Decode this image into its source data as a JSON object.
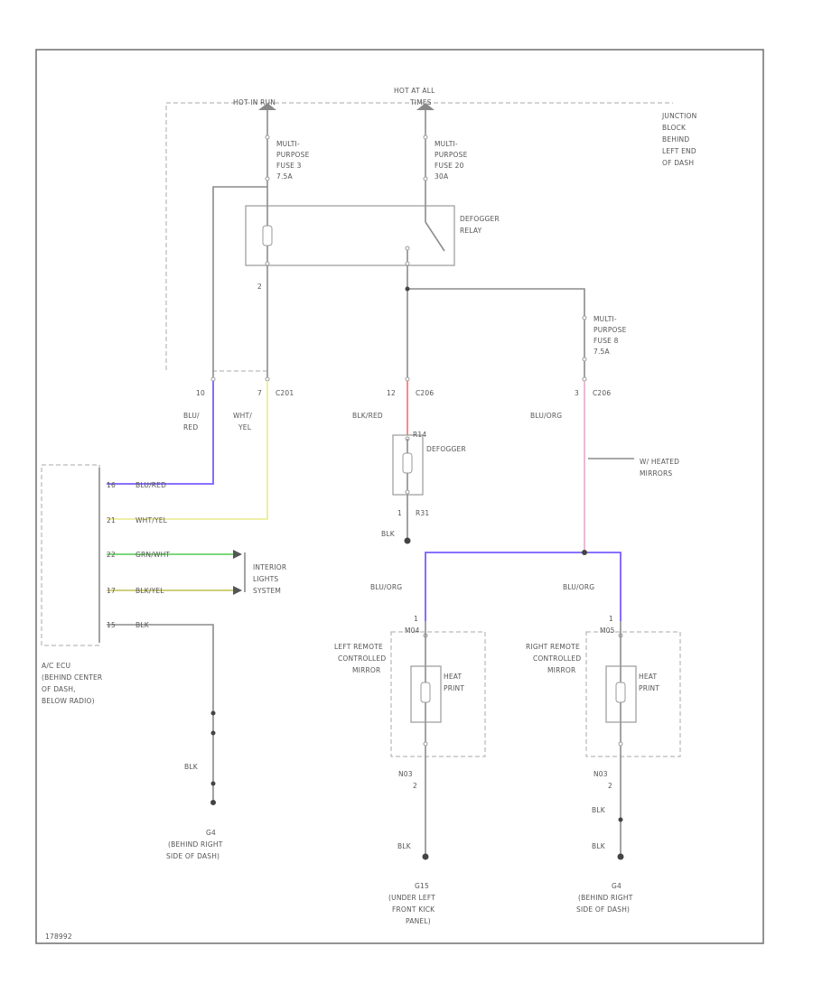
{
  "diagram_id": "178992",
  "junction_block": [
    "JUNCTION",
    "BLOCK",
    "BEHIND",
    "LEFT END",
    "OF DASH"
  ],
  "power": {
    "hot_run": "HOT IN RUN",
    "hot_all": [
      "HOT AT ALL",
      "TIMES"
    ]
  },
  "fuse_a": [
    "MULTI-",
    "PURPOSE",
    "FUSE 3",
    "7.5A"
  ],
  "fuse_b": [
    "MULTI-",
    "PURPOSE",
    "FUSE 20",
    "30A"
  ],
  "fuse_c": [
    "MULTI-",
    "PURPOSE",
    "FUSE 8",
    "7.5A"
  ],
  "relay": [
    "DEFOGGER",
    "RELAY"
  ],
  "relay_pin": "2",
  "connector": {
    "c201_a_pin": "10",
    "c201_b_pin": "7",
    "c201_b_name": "C201",
    "c206_a_pin": "12",
    "c206_a_name": "C206",
    "c206_b_pin": "3",
    "c206_b_name": "C206"
  },
  "wires": {
    "blu_red": [
      "BLU/",
      "RED"
    ],
    "wht_yel": [
      "WHT/",
      "YEL"
    ],
    "blk_red": "BLK/RED",
    "blu_org": "BLU/ORG",
    "blu_org_left": "BLU/ORG",
    "blu_org_right": "BLU/ORG",
    "blk": "BLK",
    "blk_ecu": "BLK",
    "blk_left": "BLK",
    "blk_right_1": "BLK",
    "blk_right_2": "BLK"
  },
  "defogger": {
    "label": "DEFOGGER",
    "pin_top": "R14",
    "pin_bot_num": "1",
    "pin_bot": "R31"
  },
  "heated_mirrors_note": [
    "W/ HEATED",
    "MIRRORS"
  ],
  "ecu": {
    "pins": [
      "16",
      "21",
      "22",
      "17",
      "15"
    ],
    "wire_labels": [
      "BLU/RED",
      "WHT/YEL",
      "GRN/WHT",
      "BLK/YEL",
      "BLK"
    ],
    "label": [
      "A/C ECU",
      "(BEHIND CENTER",
      "OF DASH,",
      "BELOW RADIO)"
    ]
  },
  "interior_lights": [
    "INTERIOR",
    "LIGHTS",
    "SYSTEM"
  ],
  "left_mirror": {
    "label": [
      "LEFT REMOTE",
      "CONTROLLED",
      "MIRROR"
    ],
    "pin_top_num": "1",
    "pin_top": "M04",
    "heat": [
      "HEAT",
      "PRINT"
    ],
    "pin_bot": "N03",
    "pin_bot_num": "2"
  },
  "right_mirror": {
    "label": [
      "RIGHT REMOTE",
      "CONTROLLED",
      "MIRROR"
    ],
    "pin_top_num": "1",
    "pin_top": "M05",
    "heat": [
      "HEAT",
      "PRINT"
    ],
    "pin_bot": "N03",
    "pin_bot_num": "2"
  },
  "grounds": {
    "g4a": [
      "G4",
      "(BEHIND RIGHT",
      "SIDE OF DASH)"
    ],
    "g15": [
      "G15",
      "(UNDER LEFT",
      "FRONT KICK",
      "PANEL)"
    ],
    "g4b": [
      "G4",
      "(BEHIND RIGHT",
      "SIDE OF DASH)"
    ]
  },
  "colors": {
    "blu_red": "#7b5cff",
    "wht_yel": "#eaea8a",
    "grn_wht": "#6ad26a",
    "blk_yel": "#c9c96a",
    "blk_red": "#ff6b6b",
    "blu_org": "#e8a8c8",
    "blu_org_bus": "#7b5cff",
    "wire": "#8c8c8c"
  }
}
